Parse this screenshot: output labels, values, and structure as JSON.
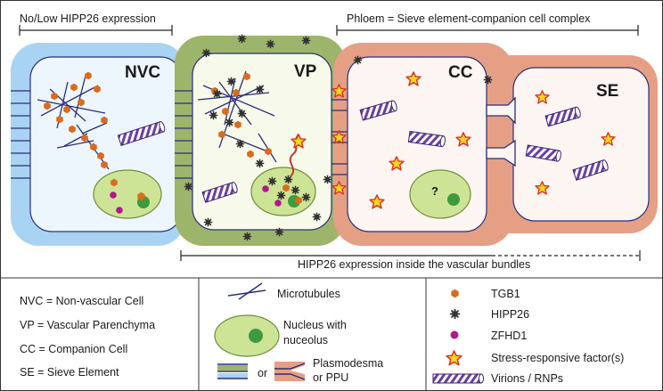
{
  "colors": {
    "nvc_wall": "#a9d3f2",
    "vp_wall": "#9db56a",
    "cc_wall": "#e59f84",
    "cell_inner_nvc": "#eef6fd",
    "cell_inner_vp": "#f7f9ea",
    "cell_inner_cc": "#fdf5f2",
    "nucleus": "#cde497",
    "nucleolus": "#3e9a3e",
    "tgb1": "#d96a1e",
    "zfhd1": "#b0188c",
    "hipp26": "#333333",
    "microtubule": "#2b2f7a",
    "star_fill": "#f7d51c",
    "star_stroke": "#d63322",
    "virion": "#6a3fa0",
    "arrow": "#c0392b"
  },
  "top": {
    "no_low_label": "No/Low HIPP26 expression",
    "phloem_label": "Phloem = Sieve element-companion cell complex"
  },
  "cells": {
    "nvc": "NVC",
    "vp": "VP",
    "cc": "CC",
    "se": "SE",
    "cc_nucleus_mark": "?"
  },
  "bottom": {
    "expression_label": "HIPP26 expression inside the vascular bundles"
  },
  "legend": {
    "abbreviations": [
      "NVC = Non-vascular Cell",
      "VP = Vascular Parenchyma",
      "CC = Companion Cell",
      "SE = Sieve Element"
    ],
    "microtubules": "Microtubules",
    "nucleus_line1": "Nucleus with",
    "nucleus_line2": "nuceolus",
    "or_word": "or",
    "plasmodesma_line1": "Plasmodesma",
    "plasmodesma_line2": "or PPU",
    "tgb1": "TGB1",
    "hipp26": "HIPP26",
    "zfhd1": "ZFHD1",
    "stress": "Stress-responsive factor(s)",
    "virions": "Virions / RNPs"
  }
}
